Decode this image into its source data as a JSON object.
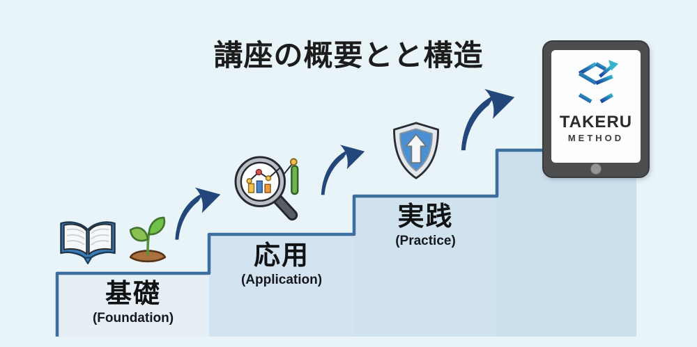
{
  "title": "講座の概要とと構造",
  "steps": [
    {
      "label": "基礎",
      "sublabel": "(Foundation)",
      "icons": [
        "open-book-icon",
        "sprout-icon"
      ]
    },
    {
      "label": "応用",
      "sublabel": "(Application)",
      "icons": [
        "magnifier-chart-icon"
      ]
    },
    {
      "label": "実践",
      "sublabel": "(Practice)",
      "icons": [
        "shield-upgrade-icon"
      ]
    }
  ],
  "tablet": {
    "brand": "TAKERU",
    "brand_sub": "METHOD",
    "logo": "cube-arrow-logo"
  },
  "colors": {
    "background": "#e9f4f8",
    "stair_border": "#3c6f9e",
    "step1_fill": "#e6eff5",
    "step2_fill": "#d3e4f0",
    "step3_fill": "#cfe2ee",
    "platform_fill": "#cbdfed",
    "arrow": "#24477b",
    "title_text": "#1c1c1c",
    "logo_gradient_start": "#1c3f9e",
    "logo_gradient_end": "#35b3c9"
  }
}
